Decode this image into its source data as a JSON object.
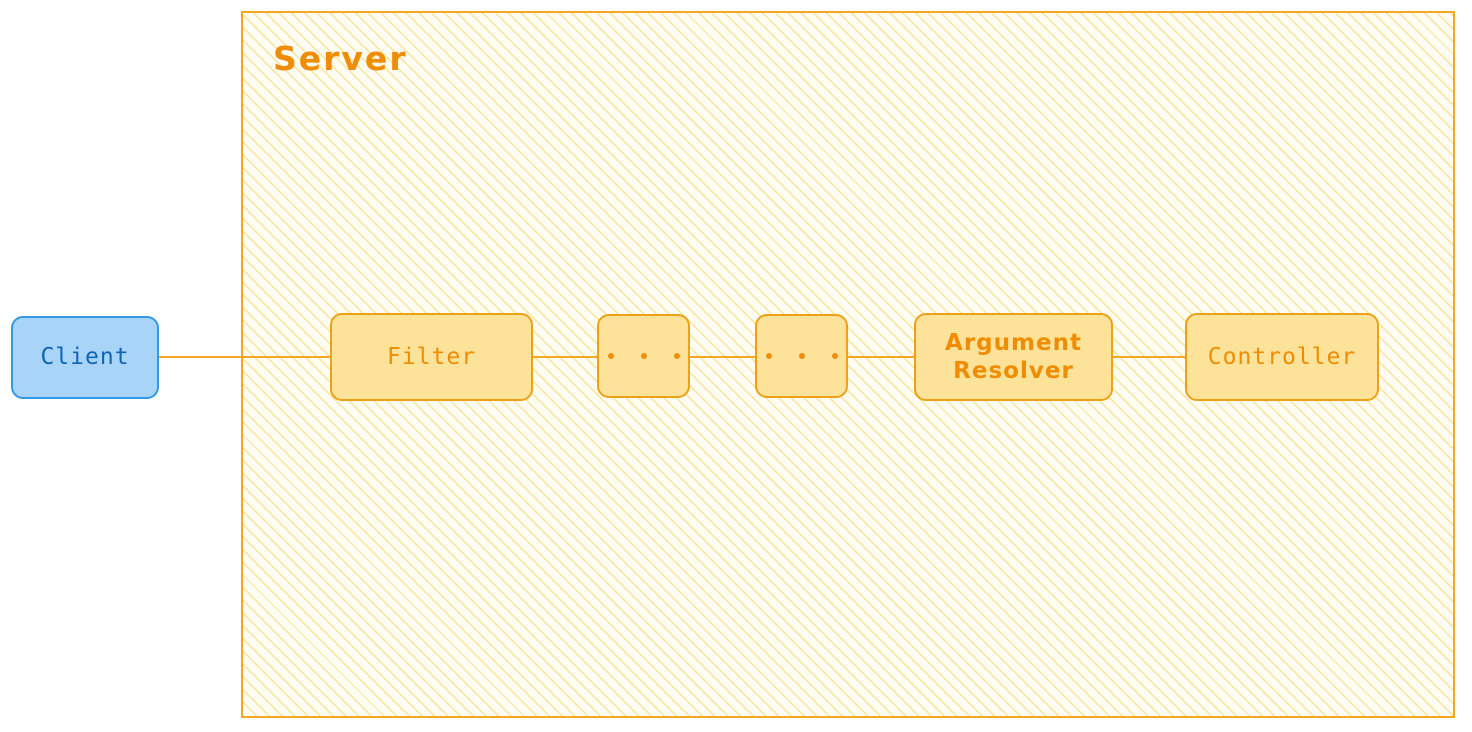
{
  "diagram": {
    "type": "flow-diagram",
    "background_color": "#ffffff",
    "container": {
      "label": "Server",
      "border_color": "#f5a623",
      "fill_color": "#fefdf3",
      "hatch_color": "#facd50"
    },
    "nodes": [
      {
        "id": "client",
        "label": "Client",
        "shape": "rounded-rect",
        "fill_color": "#a8d4f7",
        "border_color": "#3399e6",
        "text_color": "#1464b4",
        "inside_server": false
      },
      {
        "id": "filter",
        "label": "Filter",
        "shape": "rounded-rect",
        "fill_color": "#fde29a",
        "border_color": "#eda117",
        "text_color": "#f08c00",
        "inside_server": true
      },
      {
        "id": "ellipsis-1",
        "label": "...",
        "shape": "rounded-rect",
        "fill_color": "#fde29a",
        "border_color": "#eda117",
        "text_color": "#ef8e11",
        "inside_server": true
      },
      {
        "id": "ellipsis-2",
        "label": "...",
        "shape": "rounded-rect",
        "fill_color": "#fde29a",
        "border_color": "#eda117",
        "text_color": "#ef8e11",
        "inside_server": true
      },
      {
        "id": "argument-resolver",
        "label": "Argument\nResolver",
        "shape": "rounded-rect",
        "fill_color": "#fde29a",
        "border_color": "#eda117",
        "text_color": "#f08c00",
        "inside_server": true
      },
      {
        "id": "controller",
        "label": "Controller",
        "shape": "rounded-rect",
        "fill_color": "#fde29a",
        "border_color": "#eda117",
        "text_color": "#f08c00",
        "inside_server": true
      }
    ],
    "edges": [
      {
        "from": "client",
        "to": "filter",
        "color": "#f5a623",
        "arrow": false
      },
      {
        "from": "filter",
        "to": "ellipsis-1",
        "color": "#f5a623",
        "arrow": false
      },
      {
        "from": "ellipsis-1",
        "to": "ellipsis-2",
        "color": "#f5a623",
        "arrow": false
      },
      {
        "from": "ellipsis-2",
        "to": "argument-resolver",
        "color": "#f5a623",
        "arrow": false
      },
      {
        "from": "argument-resolver",
        "to": "controller",
        "color": "#f5a623",
        "arrow": false
      }
    ]
  }
}
